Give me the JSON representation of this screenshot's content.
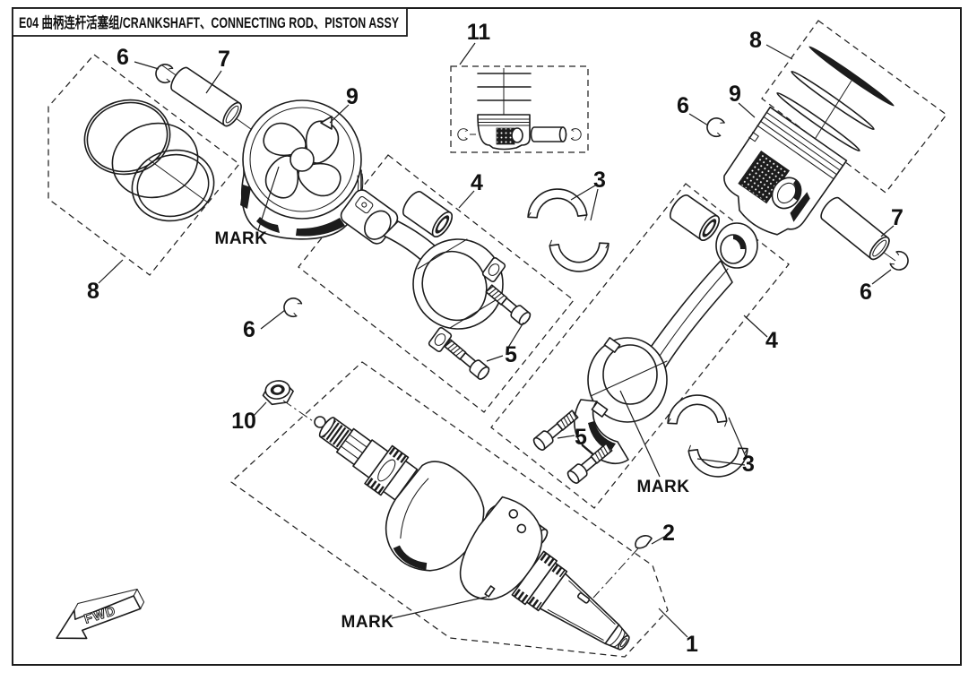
{
  "header": {
    "title": "E04 曲柄连杆活塞组/CRANKSHAFT、CONNECTING ROD、PISTON ASSY"
  },
  "orientation": {
    "fwd": "FWD"
  },
  "callouts": {
    "circlip_top_left": "6",
    "piston_pin_left": "7",
    "piston_left": "9",
    "ring_set_left": "8",
    "mark_piston_left": "MARK",
    "piston_assembly": "11",
    "conrod_left": "4",
    "bolts_left": "5",
    "circlip_mid_left": "6",
    "bearings_upper": "3",
    "ring_set_right": "8",
    "piston_right": "9",
    "circlip_right_upper": "6",
    "piston_pin_right": "7",
    "circlip_right_lower": "6",
    "conrod_right": "4",
    "bolts_right": "5",
    "bearings_right": "3",
    "mark_conrod_right": "MARK",
    "woodruff_key": "2",
    "crankshaft": "1",
    "nut": "10",
    "mark_crankshaft": "MARK"
  }
}
